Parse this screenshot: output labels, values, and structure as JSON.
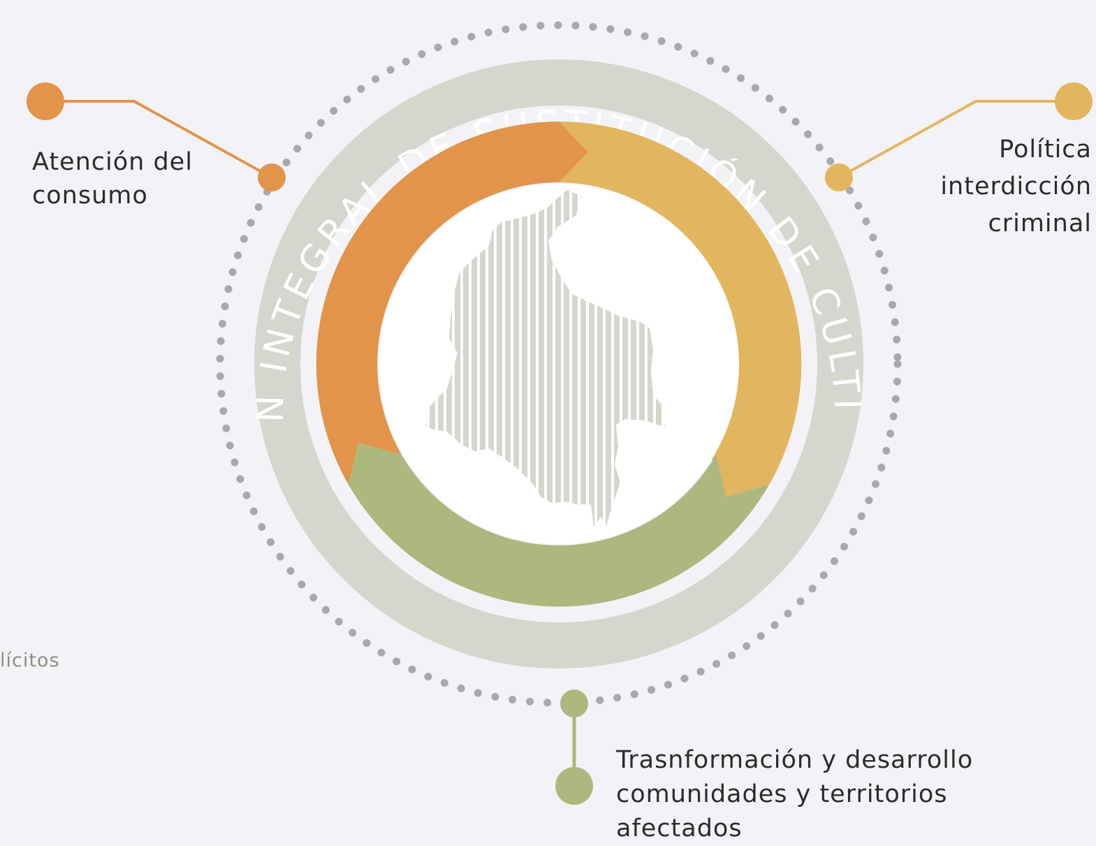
{
  "ring_title": "PLAN INTEGRAL DE SUSTITUCIÓN DE CULTIVOS",
  "labels": {
    "left": "Atención del\nconsumo",
    "right": "Política\ninterdicción\ncriminal",
    "bottom": "Trasnformación y desarrollo\ncomunidades y territorios\nafectados",
    "partial_left": "lícitos"
  },
  "colors": {
    "background": "#f3f3f7",
    "orange": "#e2944a",
    "yellow": "#e2b55f",
    "green": "#acb87e",
    "ring_gray": "#d4d7cd",
    "dots_gray": "#a9a8b0",
    "map_stripes": "#d4d7cd"
  },
  "icons": {
    "center": "colombia-map-icon"
  }
}
